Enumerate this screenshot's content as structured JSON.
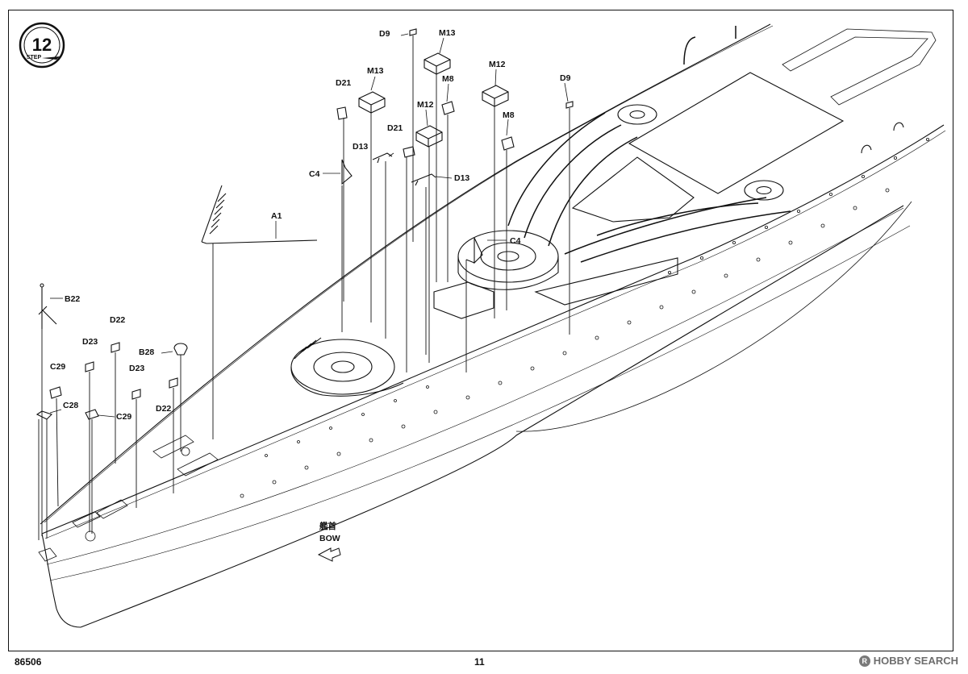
{
  "step": {
    "number": "12",
    "label": "STEP"
  },
  "parts": [
    {
      "id": "D9",
      "text": "D9"
    },
    {
      "id": "M13a",
      "text": "M13"
    },
    {
      "id": "M13b",
      "text": "M13"
    },
    {
      "id": "M8a",
      "text": "M8"
    },
    {
      "id": "M12a",
      "text": "M12"
    },
    {
      "id": "M12b",
      "text": "M12"
    },
    {
      "id": "D9b",
      "text": "D9"
    },
    {
      "id": "M8b",
      "text": "M8"
    },
    {
      "id": "D21a",
      "text": "D21"
    },
    {
      "id": "D21b",
      "text": "D21"
    },
    {
      "id": "D13a",
      "text": "D13"
    },
    {
      "id": "D13b",
      "text": "D13"
    },
    {
      "id": "C4a",
      "text": "C4"
    },
    {
      "id": "C4b",
      "text": "C4"
    },
    {
      "id": "A1",
      "text": "A1"
    },
    {
      "id": "B22",
      "text": "B22"
    },
    {
      "id": "D22a",
      "text": "D22"
    },
    {
      "id": "D23a",
      "text": "D23"
    },
    {
      "id": "B28",
      "text": "B28"
    },
    {
      "id": "C29a",
      "text": "C29"
    },
    {
      "id": "D23b",
      "text": "D23"
    },
    {
      "id": "C28",
      "text": "C28"
    },
    {
      "id": "C29b",
      "text": "C29"
    },
    {
      "id": "D22b",
      "text": "D22"
    }
  ],
  "bow": {
    "japanese": "艦首",
    "english": "BOW"
  },
  "footer": {
    "product_code": "86506",
    "page_number": "11"
  },
  "watermark": {
    "text": "HOBBY SEARCH",
    "mark": "R"
  }
}
